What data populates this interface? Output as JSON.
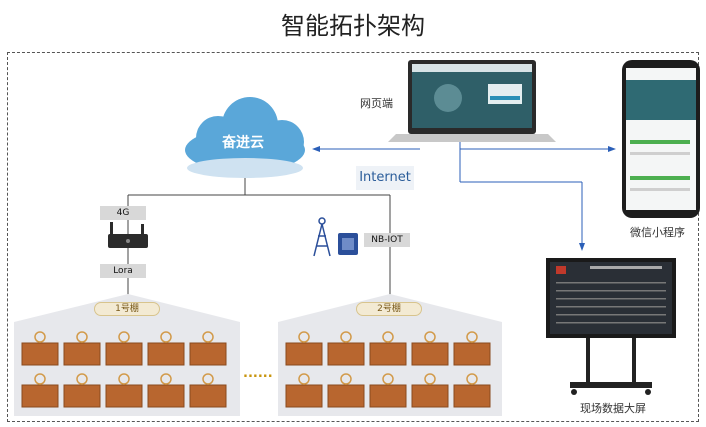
{
  "title": "智能拓扑架构",
  "cloud_label": "奋进云",
  "internet_label": "Internet",
  "web_label": "网页端",
  "miniapp_label": "微信小程序",
  "screen_label": "现场数据大屏",
  "gateway_4g_label": "4G",
  "gateway_lora_label": "Lora",
  "nbiot_label": "NB-IOT",
  "house1_label": "1号棚",
  "house2_label": "2号棚",
  "ellipsis": "......",
  "colors": {
    "cloud": "#5aa7d9",
    "line": "#2b5fb8",
    "roof": "#e7e8ec",
    "bed": "#b8662f",
    "screen": "#1a1a1a"
  }
}
